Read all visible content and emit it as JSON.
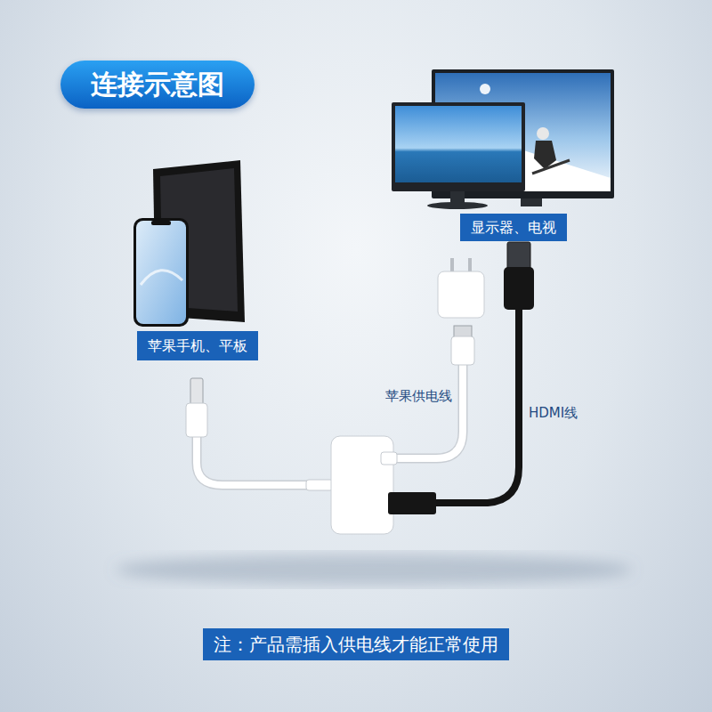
{
  "diagram": {
    "title": "连接示意图",
    "nodes": [
      {
        "text": [
          "显示器、电视"
        ]
      },
      {
        "text": [
          "苹果手机、平板"
        ]
      },
      {
        "text": [
          "注：产品需插入供电线才能正常使用"
        ]
      }
    ],
    "labels": [
      "苹果供电线",
      "HDMI线"
    ]
  }
}
